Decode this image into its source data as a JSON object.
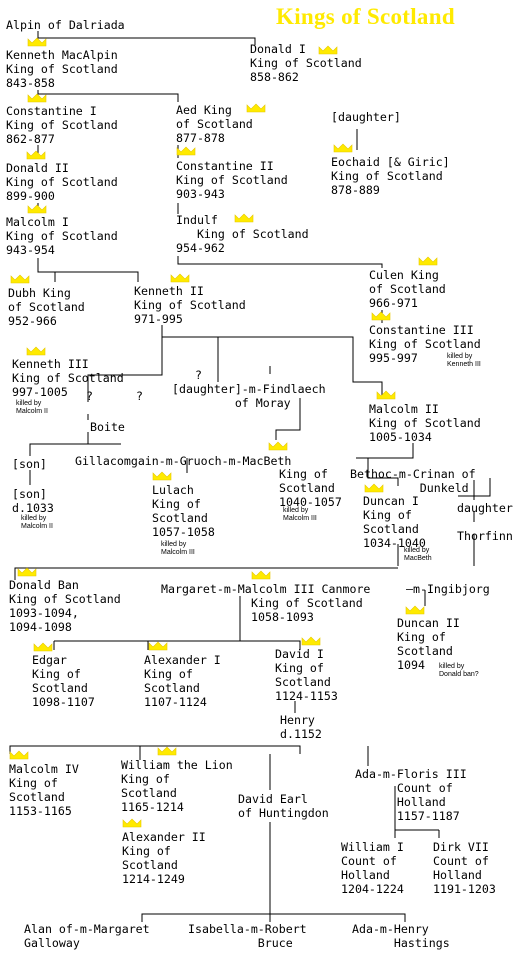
{
  "title": "Kings of Scotland",
  "crown_icon": "crown-icon",
  "crown_color": "#ffea00",
  "nodes": {
    "alpin": "Alpin of Dalriada",
    "kenneth_macalpin": "Kenneth MacAlpin\nKing of Scotland\n843-858",
    "donald_i": "Donald I\nKing of Scotland\n858-862",
    "constantine_i": "Constantine I\nKing of Scotland\n862-877",
    "aed": "Aed King\nof Scotland\n877-878",
    "daughter_1": "[daughter]",
    "donald_ii": "Donald II\nKing of Scotland\n899-900",
    "constantine_ii": "Constantine II\nKing of Scotland\n903-943",
    "eochaid": "Eochaid [& Giric]\nKing of Scotland\n878-889",
    "malcolm_i": "Malcolm I\nKing of Scotland\n943-954",
    "indulf": "Indulf\n   King of Scotland\n954-962",
    "dubh": "Dubh King\nof Scotland\n952-966",
    "kenneth_ii": "Kenneth II\nKing of Scotland\n971-995",
    "culen": "Culen King\nof Scotland\n966-971",
    "constantine_iii": "Constantine III\nKing of Scotland\n995-997",
    "kenneth_iii": "Kenneth III\nKing of Scotland\n997-1005",
    "q1": "?",
    "q2": "?",
    "q3": "?",
    "daughter_findlaech": "[daughter]-m-Findlaech\n         of Moray",
    "malcolm_ii": "Malcolm II\nKing of Scotland\n1005-1034",
    "boite": "Boite",
    "son_1": "[son]",
    "gillacomgain": "Gillacomgain-m-Gruoch-m-MacBeth",
    "macbeth": "King of\nScotland\n1040-1057",
    "bethoc": "Bethoc-m-Crinan of\n          Dunkeld",
    "son_2": "[son]\nd.1033",
    "lulach": "Lulach\nKing of\nScotland\n1057-1058",
    "duncan_i": "Duncan I\nKing of\nScotland\n1034-1040",
    "daughter_thorfinn": "daughter\n\nThorfinn",
    "donald_ban": "Donald Ban\nKing of Scotland\n1093-1094,\n1094-1098",
    "margaret_malcolm": "Margaret-m-Malcolm III Canmore",
    "malcolm_iii": "King of Scotland\n1058-1093",
    "ingibjorg": "—m-Ingibjorg",
    "duncan_ii": "Duncan II\nKing of\nScotland\n1094",
    "edgar": "Edgar\nKing of\nScotland\n1098-1107",
    "alexander_i": "Alexander I\nKing of\nScotland\n1107-1124",
    "david_i": "David I\nKing of\nScotland\n1124-1153",
    "henry": "Henry\nd.1152",
    "malcolm_iv": "Malcolm IV\nKing of\nScotland\n1153-1165",
    "william_lion": "William the Lion\nKing of\nScotland\n1165-1214",
    "david_huntingdon": "David Earl\nof Huntingdon",
    "ada_floris": "Ada-m-Floris III\n      Count of\n      Holland\n      1157-1187",
    "alexander_ii": "Alexander II\nKing of\nScotland\n1214-1249",
    "william_i": "William I\nCount of\nHolland\n1204-1224",
    "dirk_vii": "Dirk VII\nCount of\nHolland\n1191-1203",
    "alan_margaret": "Alan of-m-Margaret\nGalloway",
    "isabella_robert": "Isabella-m-Robert\n          Bruce",
    "ada_henry": "Ada-m-Henry\n      Hastings"
  },
  "notes": {
    "killed_malcolm_ii_1": "killed by\nMalcolm II",
    "killed_kenneth_iii": "killed by\nKenneth III",
    "killed_malcolm_ii_2": "killed by\nMalcolm II",
    "killed_malcolm_iii_1": "killed by\nMalcolm III",
    "killed_malcolm_iii_2": "killed by\nMalcolm III",
    "killed_macbeth": "killed by\nMacBeth",
    "killed_donald_ban": "killed by\nDonald ban?"
  }
}
